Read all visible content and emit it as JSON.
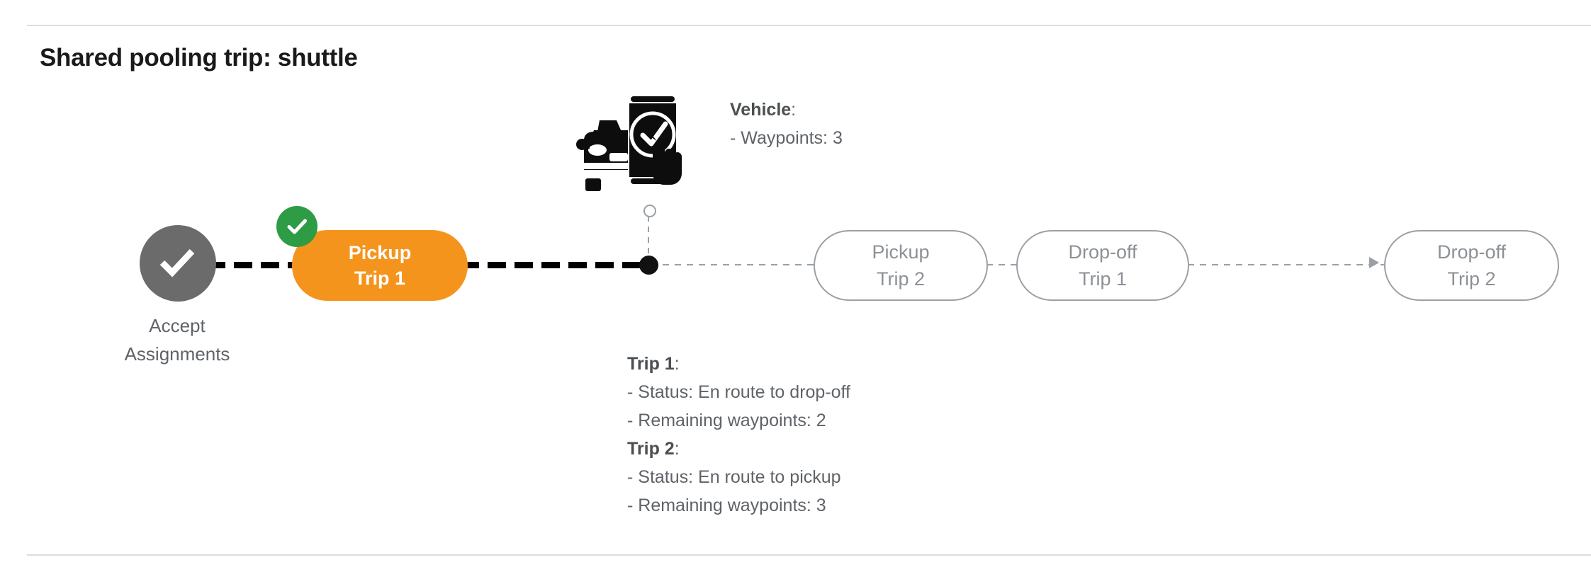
{
  "page": {
    "title": "Shared pooling trip: shuttle"
  },
  "colors": {
    "active_pill": "#F5941D",
    "completed_badge": "#2E9B45",
    "completed_node": "#6B6B6B",
    "upcoming_outline": "#9AA0A6",
    "upcoming_text": "#8C9196",
    "body_text": "#5F6368",
    "rule": "#DADCE0"
  },
  "flow": {
    "start_node": {
      "icon": "check-circle-icon",
      "label_line1": "Accept",
      "label_line2": "Assignments",
      "state": "completed"
    },
    "steps": [
      {
        "id": "pickup-trip-1",
        "line1": "Pickup",
        "line2": "Trip 1",
        "state": "completed",
        "badge": "check-icon"
      },
      {
        "id": "pickup-trip-2",
        "line1": "Pickup",
        "line2": "Trip 2",
        "state": "upcoming"
      },
      {
        "id": "drop-off-trip-1",
        "line1": "Drop-off",
        "line2": "Trip 1",
        "state": "upcoming"
      },
      {
        "id": "drop-off-trip-2",
        "line1": "Drop-off",
        "line2": "Trip 2",
        "state": "upcoming"
      }
    ]
  },
  "vehicle_marker": {
    "icon": "car-phone-check-icon",
    "heading_label": "Vehicle",
    "heading_suffix": ":",
    "detail_line": "- Waypoints: 3"
  },
  "trip_details": {
    "trip1": {
      "heading_label": "Trip 1",
      "heading_suffix": ":",
      "status_line": "- Status:  En route to drop-off",
      "waypoints_line": "- Remaining waypoints: 2"
    },
    "trip2": {
      "heading_label": "Trip 2",
      "heading_suffix": ":",
      "status_line": "- Status:  En route to pickup",
      "waypoints_line": "- Remaining waypoints: 3"
    }
  }
}
